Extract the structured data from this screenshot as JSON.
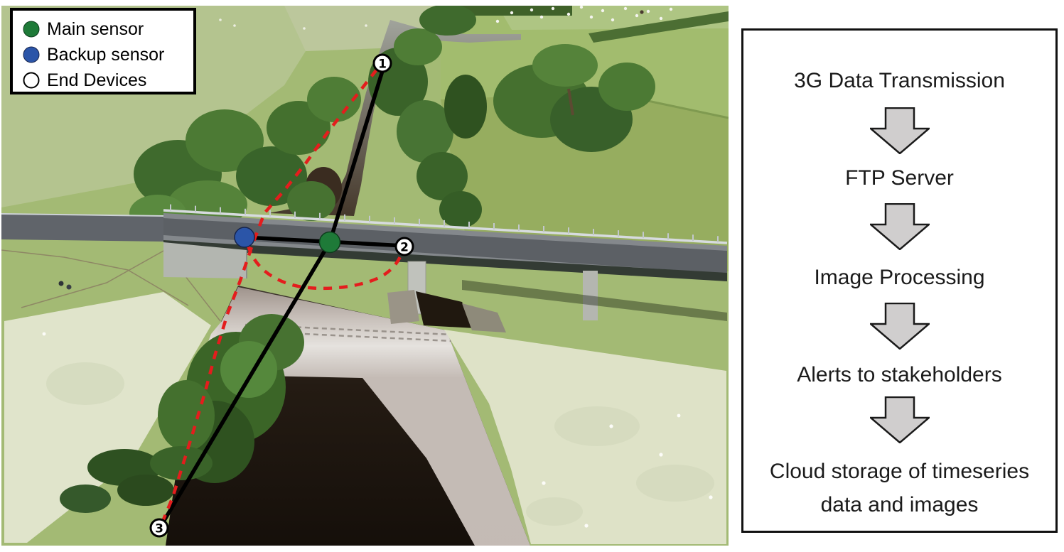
{
  "legend": {
    "items": [
      {
        "label": "Main sensor",
        "color": "#1e7a38"
      },
      {
        "label": "Backup sensor",
        "color": "#2b55a8"
      },
      {
        "label": "End Devices",
        "color": "#ffffff"
      }
    ]
  },
  "map": {
    "end_devices": [
      {
        "label": "1"
      },
      {
        "label": "2"
      },
      {
        "label": "3"
      }
    ],
    "main_link_color": "#000000",
    "backup_link_color": "#e41d1d"
  },
  "flowchart": {
    "steps": [
      "3G Data Transmission",
      "FTP Server",
      "Image Processing",
      "Alerts to stakeholders",
      "Cloud storage of timeseries data and images"
    ],
    "arrow_fill": "#d0cece",
    "arrow_stroke": "#1a1a1a"
  }
}
